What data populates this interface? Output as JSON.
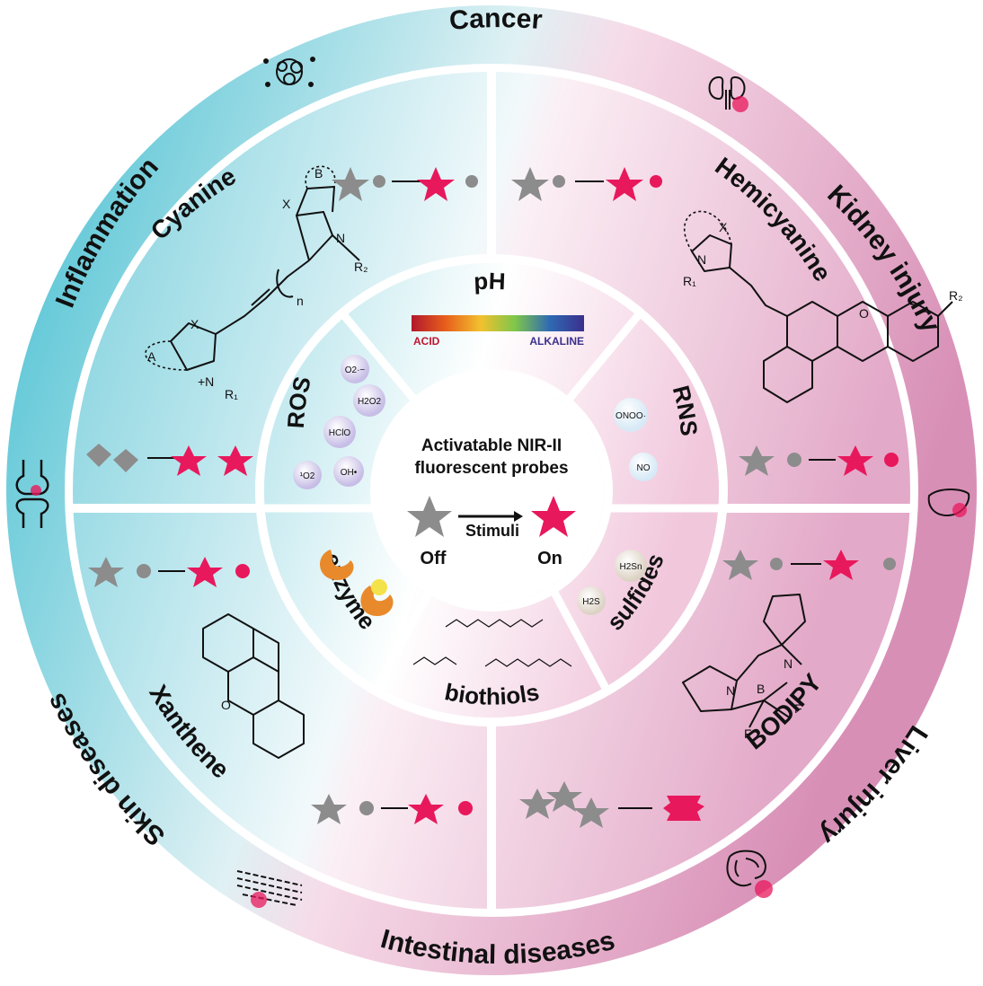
{
  "center": {
    "title_line1": "Activatable NIR-II",
    "title_line2": "fluorescent  probes",
    "stimuli_label": "Stimuli",
    "off_label": "Off",
    "on_label": "On"
  },
  "stimuli": {
    "ph": "pH",
    "acid": "ACID",
    "alkaline": "ALKALINE",
    "ros": "ROS",
    "rns": "RNS",
    "enzyme": "enzyme",
    "sulfides": "sulfides",
    "biothiols": "biothiols",
    "species": [
      "O2·−",
      "H2O2",
      "HClO",
      "¹O2",
      "OH•",
      "ONOO·",
      "NO",
      "H2Sn",
      "H2S"
    ]
  },
  "dyes": {
    "cyanine": "Cyanine",
    "hemicyanine": "Hemicyanine",
    "xanthene": "Xanthene",
    "bodipy": "BODIPY"
  },
  "diseases": {
    "cancer": "Cancer",
    "kidney": "Kidney injury",
    "liver": "Liver injury",
    "intestinal": "Intestinal diseases",
    "skin": "Skin diseases",
    "inflammation": "Inflammation"
  },
  "colors": {
    "teal": "#4fc3d4",
    "pink": "#d98cb5",
    "probe_on": "#e8185c",
    "probe_off": "#8c8c8c"
  }
}
